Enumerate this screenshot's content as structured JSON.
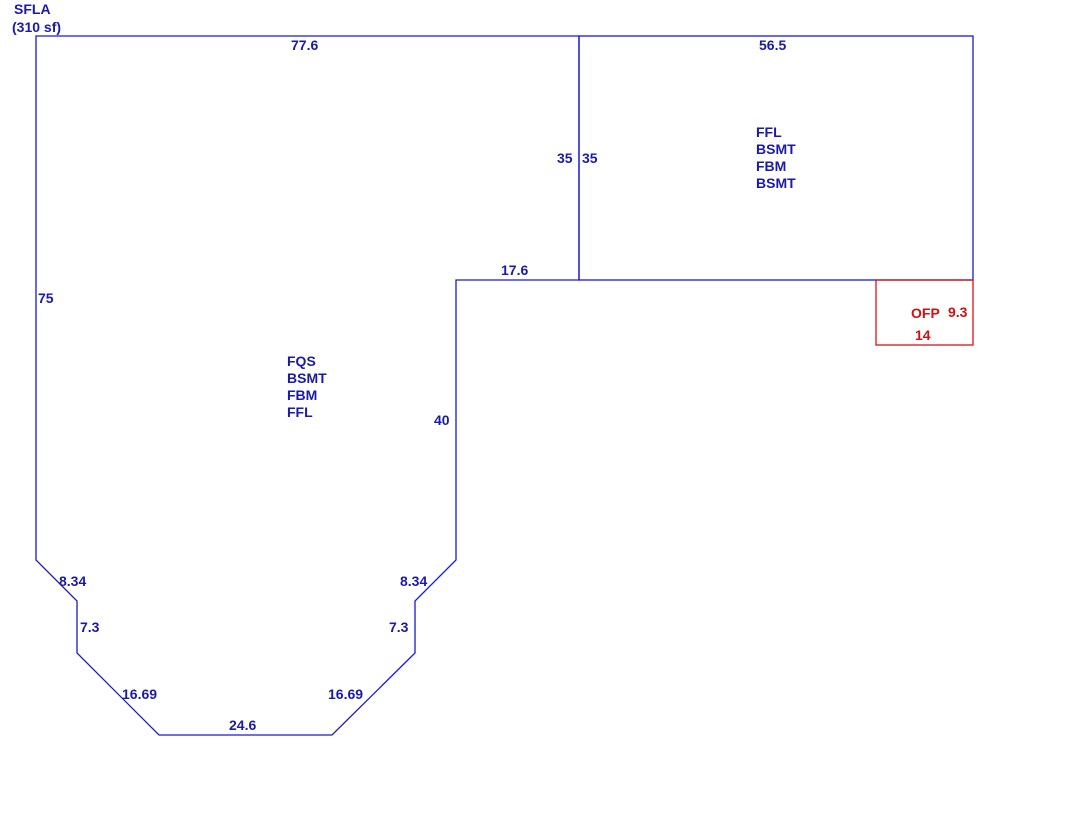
{
  "header": {
    "line1": "SFLA",
    "line2": "(310 sf)"
  },
  "colors": {
    "main_outline": "#1a1ad0",
    "main_text": "#1a1aaa",
    "porch_outline": "#dd1111",
    "porch_text": "#cc1111"
  },
  "areas": {
    "main": {
      "codes": [
        "FQS",
        "BSMT",
        "FBM",
        "FFL"
      ]
    },
    "addition": {
      "codes": [
        "FFL",
        "BSMT",
        "FBM",
        "BSMT"
      ]
    },
    "porch": {
      "code": "OFP",
      "width": "9.3",
      "depth": "14"
    }
  },
  "dimensions": {
    "top_left": "77.6",
    "top_right": "56.5",
    "divider_left": "35",
    "divider_right": "35",
    "step": "17.6",
    "left_side": "75",
    "inner_side": "40",
    "chamfer_left": "8.34",
    "chamfer_right": "8.34",
    "short_left": "7.3",
    "short_right": "7.3",
    "diag_left": "16.69",
    "diag_right": "16.69",
    "bottom": "24.6"
  }
}
